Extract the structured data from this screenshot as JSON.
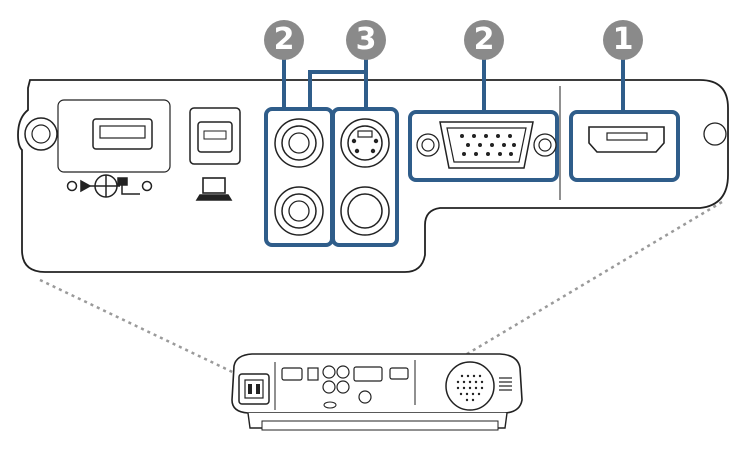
{
  "callouts": {
    "left_composite": "2",
    "svideo": "3",
    "vga": "2",
    "hdmi": "1"
  },
  "colors": {
    "highlight_border": "#2f5d8a",
    "callout_fill": "#8a8a8a",
    "panel_stroke": "#222222",
    "leader_dots": "#9a9a9a"
  },
  "icons": {
    "usb_a": "usb-a-port-icon",
    "usb_b": "usb-b-port-icon",
    "computer": "computer-icon",
    "usb_symbol": "usb-symbol-icon"
  }
}
